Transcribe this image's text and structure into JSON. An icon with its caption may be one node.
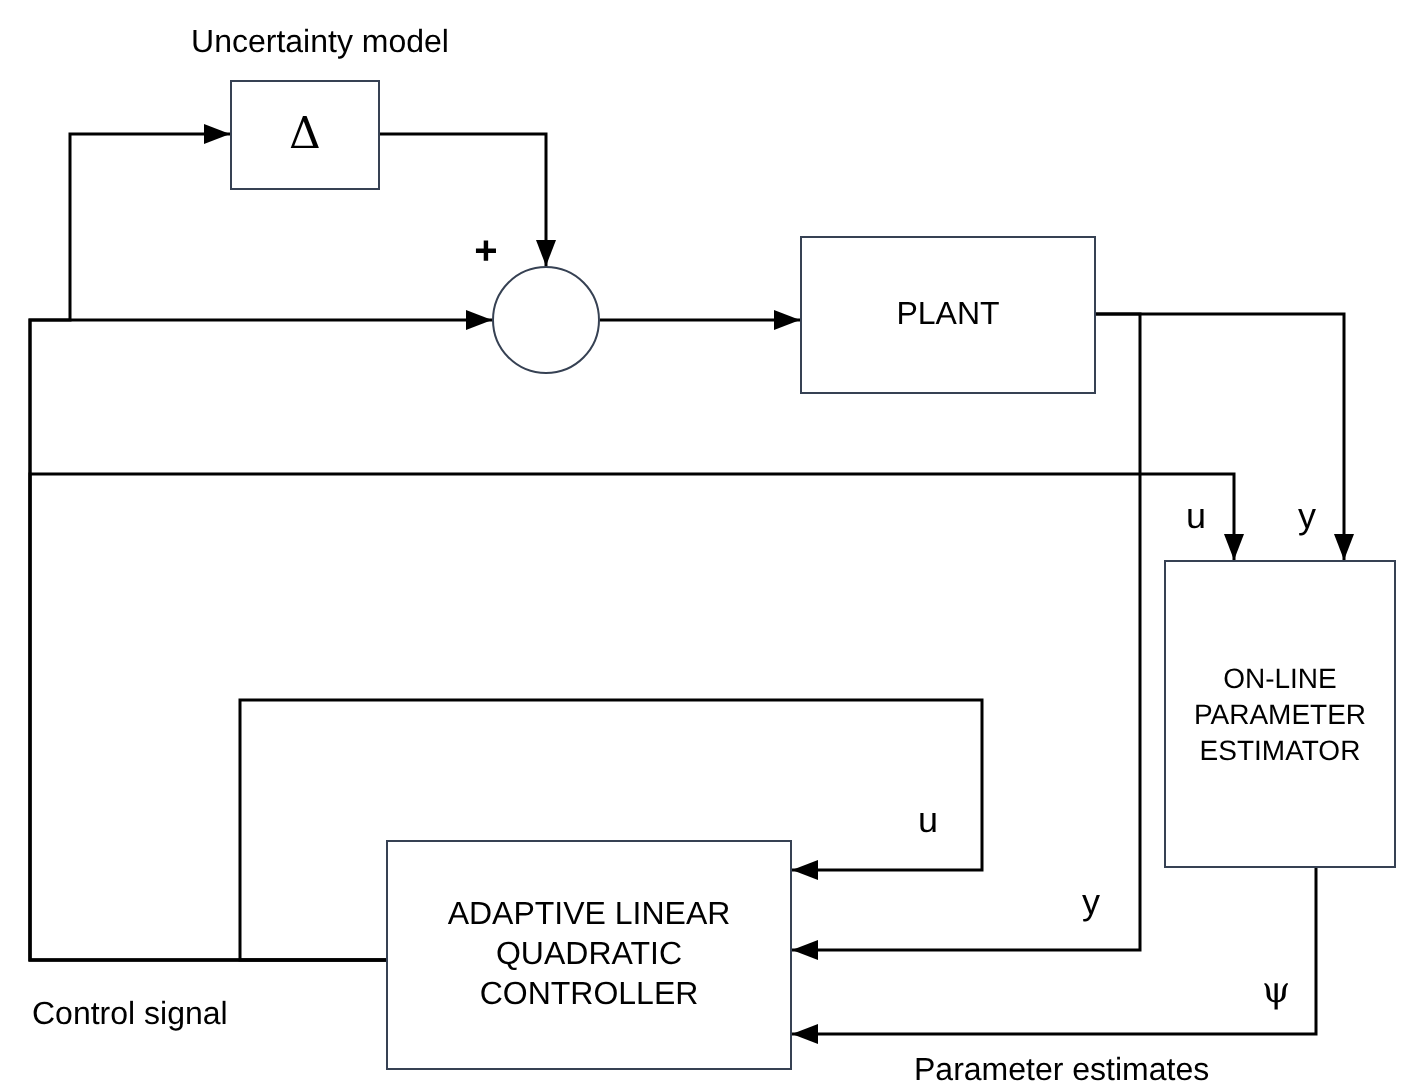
{
  "diagram": {
    "nodes": [
      {
        "text": [
          "Δ"
        ],
        "beside": [
          "Uncertainty model"
        ]
      },
      {
        "text": [],
        "shape": "circle",
        "beside": [
          "+"
        ]
      },
      {
        "text": [
          "PLANT"
        ]
      },
      {
        "text": [
          "ON-LINE PARAMETER ESTIMATOR"
        ]
      },
      {
        "text": [
          "ADAPTIVE LINEAR QUADRATIC CONTROLLER"
        ]
      }
    ],
    "edges": [
      {
        "from": 4,
        "to": 1,
        "arrow": "to"
      },
      {
        "from": 4,
        "to": 0,
        "arrow": "to"
      },
      {
        "from": 0,
        "to": 1,
        "arrow": "to"
      },
      {
        "from": 1,
        "to": 2,
        "arrow": "to"
      },
      {
        "from": 4,
        "to": 4,
        "arrow": "to",
        "label": "u"
      },
      {
        "from": 4,
        "to": 3,
        "arrow": "to",
        "label": "u"
      },
      {
        "from": 2,
        "to": 3,
        "arrow": "to",
        "label": "y"
      },
      {
        "from": 2,
        "to": 4,
        "arrow": "to",
        "label": "y"
      },
      {
        "from": 3,
        "to": 4,
        "arrow": "to",
        "label": "ψ"
      }
    ],
    "labels": [
      "Control signal",
      "Parameter estimates"
    ]
  }
}
